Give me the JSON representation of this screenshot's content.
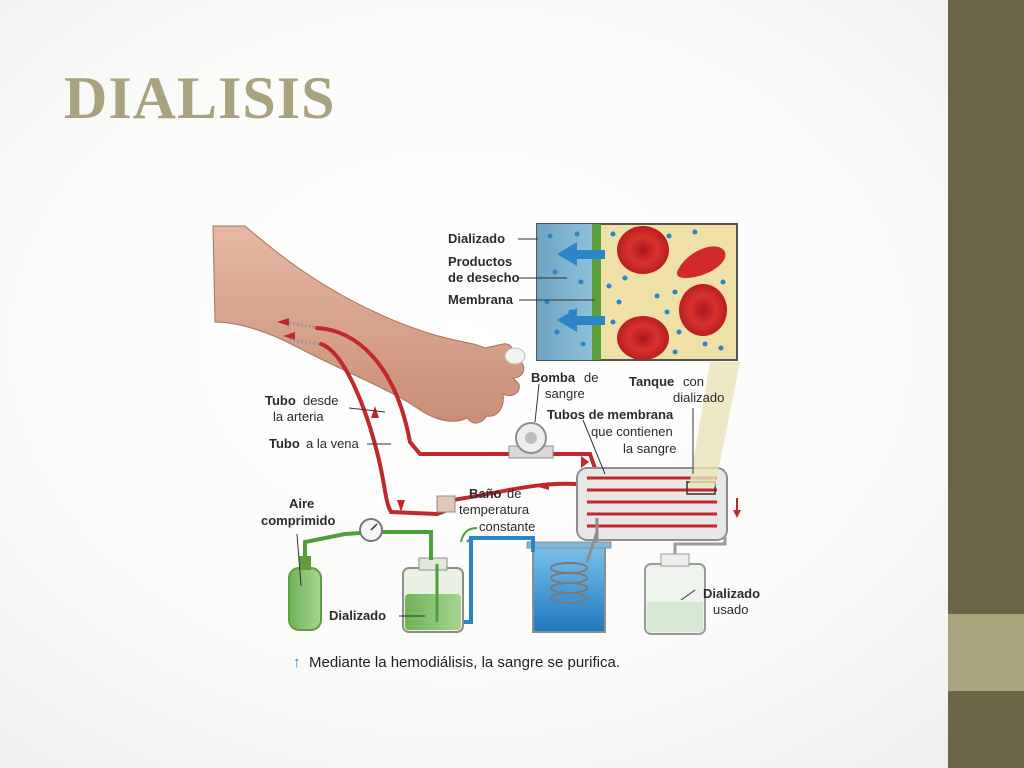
{
  "title": "DIALISIS",
  "colors": {
    "title": "#a8a27e",
    "sidebar": "#6b6548",
    "sidebar_accent": "#a9a47c",
    "blood": "#c0282d",
    "dialysate": "#4e9e3c",
    "water": "#2a86c8"
  },
  "labels": {
    "dializado_inset": "Dializado",
    "productos": "Productos",
    "de_desecho": "de desecho",
    "membrana": "Membrana",
    "bomba_b": "Bomba",
    "bomba_de": "de",
    "bomba_sangre": "sangre",
    "tanque_b": "Tanque",
    "tanque_con": "con",
    "tanque_dializado": "dializado",
    "tubos_membrana": "Tubos de membrana",
    "que_contienen": "que contienen",
    "la_sangre": "la sangre",
    "tubo_desde_b": "Tubo",
    "tubo_desde": "desde",
    "la_arteria": "la arteria",
    "tubo_vena_b": "Tubo",
    "a_la_vena": "a la vena",
    "aire": "Aire",
    "comprimido": "comprimido",
    "bano_b": "Baño",
    "bano_de": "de",
    "temperatura": "temperatura",
    "constante": "constante",
    "dializado_bottle": "Dializado",
    "dializado_usado_b": "Dializado",
    "usado": "usado"
  },
  "caption": {
    "arrow": "↑",
    "text": "Mediante la hemodiálisis, la sangre se purifica."
  }
}
